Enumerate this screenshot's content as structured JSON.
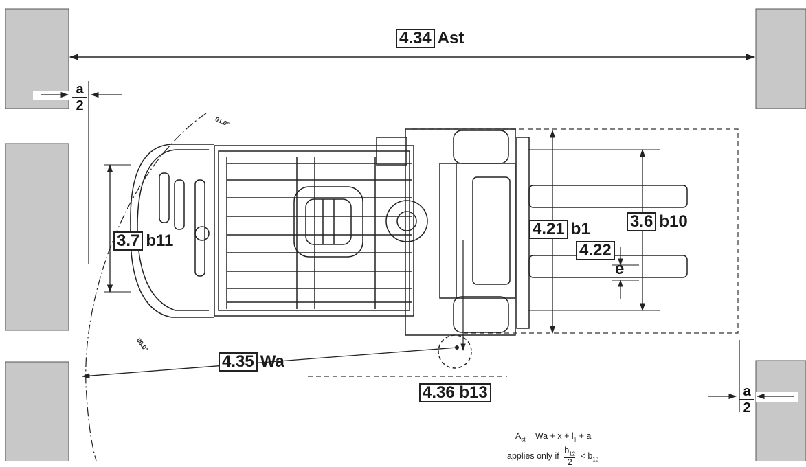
{
  "colors": {
    "wall": "#c8c8c8",
    "wall_border": "#555555",
    "line": "#222222",
    "background": "#ffffff"
  },
  "dimensions": {
    "ast": {
      "code": "4.34",
      "symbol": "Ast"
    },
    "b11": {
      "code": "3.7",
      "symbol": "b11"
    },
    "b1": {
      "code": "4.21",
      "symbol": "b1"
    },
    "b10": {
      "code": "3.6",
      "symbol": "b10"
    },
    "e": {
      "code": "4.22",
      "symbol": "e"
    },
    "wa": {
      "code": "4.35",
      "symbol": "Wa"
    },
    "b13": {
      "code": "4.36 b13"
    }
  },
  "clearance": {
    "numerator": "a",
    "denominator": "2"
  },
  "angles": {
    "steer_max": "61.0°",
    "steer_inner": "80.0°"
  },
  "formula": {
    "line1": {
      "lhs": "A",
      "lhs_sub": "st",
      "eq": "= Wa + x + l",
      "l_sub": "6",
      "tail": "+ a"
    },
    "line2": {
      "text": "applies only if",
      "frac_num": "b",
      "frac_num_sub": "12",
      "frac_den": "2",
      "lt": "<",
      "rhs": "b",
      "rhs_sub": "13"
    }
  }
}
